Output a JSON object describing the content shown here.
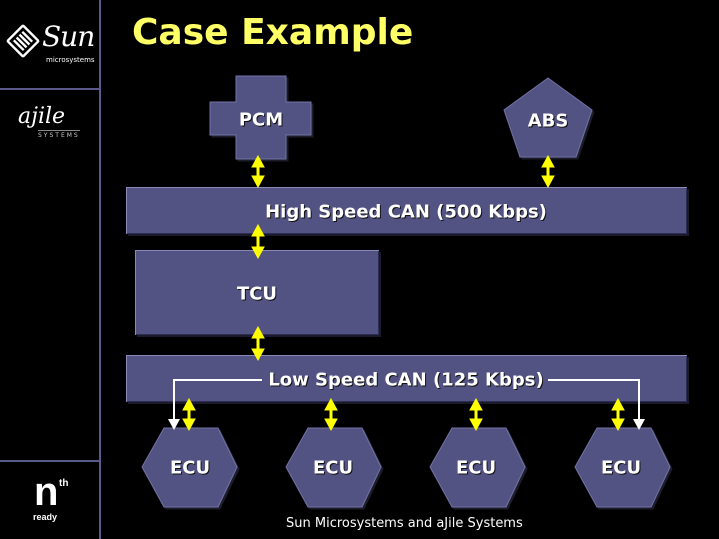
{
  "sidebar": {
    "logos": {
      "sun": {
        "name": "Sun",
        "sub": "microsystems"
      },
      "ajile": {
        "name": "ajile",
        "sub": "SYSTEMS"
      },
      "nth": {
        "n": "n",
        "sup": "th",
        "sub": "ready"
      }
    }
  },
  "slide": {
    "title": "Case Example",
    "footer": "Sun Microsystems and aJile Systems"
  },
  "diagram": {
    "colors": {
      "node": "#525283",
      "arrow": "#ffff00",
      "bus_link": "#ffffff",
      "title": "#ffff66"
    },
    "nodes": {
      "pcm": {
        "label": "PCM",
        "shape": "cross"
      },
      "abs": {
        "label": "ABS",
        "shape": "pentagon"
      },
      "hs_can": {
        "label": "High Speed CAN (500 Kbps)",
        "shape": "bar"
      },
      "tcu": {
        "label": "TCU",
        "shape": "rectangle"
      },
      "ls_can": {
        "label": "Low Speed CAN (125 Kbps)",
        "shape": "bar"
      },
      "ecus": [
        {
          "label": "ECU",
          "shape": "hexagon"
        },
        {
          "label": "ECU",
          "shape": "hexagon"
        },
        {
          "label": "ECU",
          "shape": "hexagon"
        },
        {
          "label": "ECU",
          "shape": "hexagon"
        }
      ]
    },
    "edges": [
      {
        "from": "pcm",
        "to": "hs_can",
        "type": "bidirectional"
      },
      {
        "from": "abs",
        "to": "hs_can",
        "type": "bidirectional"
      },
      {
        "from": "hs_can",
        "to": "tcu",
        "type": "bidirectional"
      },
      {
        "from": "tcu",
        "to": "ls_can",
        "type": "bidirectional"
      },
      {
        "from": "ls_can",
        "to": "ecu1",
        "type": "bidirectional"
      },
      {
        "from": "ls_can",
        "to": "ecu2",
        "type": "bidirectional"
      },
      {
        "from": "ls_can",
        "to": "ecu3",
        "type": "bidirectional"
      },
      {
        "from": "ls_can",
        "to": "ecu4",
        "type": "bidirectional"
      },
      {
        "from": "ls_can",
        "to": "ecu1",
        "type": "bus-line"
      },
      {
        "from": "ls_can",
        "to": "ecu4",
        "type": "bus-line"
      }
    ]
  }
}
